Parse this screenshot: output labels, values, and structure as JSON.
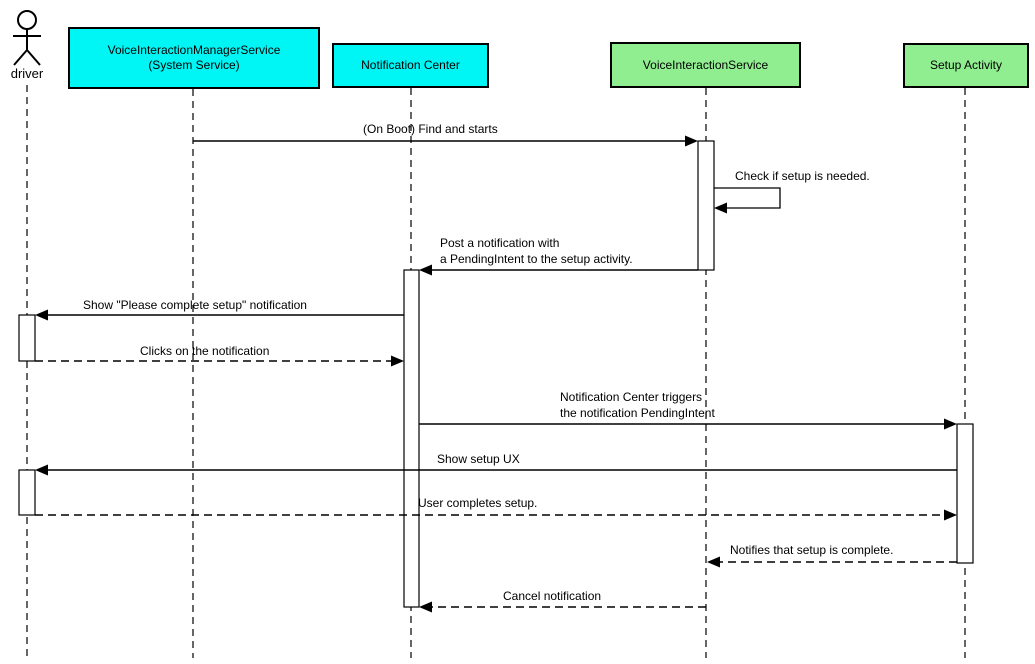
{
  "diagram": {
    "type": "uml-sequence",
    "actor": {
      "name": "driver"
    },
    "participants": [
      {
        "id": "vims",
        "label": "VoiceInteractionManagerService\n(System Service)",
        "fill": "#00F5F5"
      },
      {
        "id": "notification-center",
        "label": "Notification Center",
        "fill": "#00F5F5"
      },
      {
        "id": "voice-interaction-service",
        "label": "VoiceInteractionService",
        "fill": "#90EE90"
      },
      {
        "id": "setup-activity",
        "label": "Setup Activity",
        "fill": "#90EE90"
      }
    ],
    "messages": [
      {
        "from": "VoiceInteractionManagerService",
        "to": "VoiceInteractionService",
        "label": "(On Boot) Find and starts",
        "line": "solid"
      },
      {
        "from": "VoiceInteractionService",
        "to": "VoiceInteractionService",
        "label": "Check if setup is needed.",
        "line": "solid-self"
      },
      {
        "from": "VoiceInteractionService",
        "to": "Notification Center",
        "label": "Post a notification with\na PendingIntent to the setup activity.",
        "line": "solid"
      },
      {
        "from": "Notification Center",
        "to": "driver",
        "label": "Show \"Please complete setup\" notification",
        "line": "solid"
      },
      {
        "from": "driver",
        "to": "Notification Center",
        "label": "Clicks on the notification",
        "line": "dashed"
      },
      {
        "from": "Notification Center",
        "to": "Setup Activity",
        "label": "Notification Center triggers\nthe notification PendingIntent",
        "line": "solid"
      },
      {
        "from": "Setup Activity",
        "to": "driver",
        "label": "Show setup UX",
        "line": "solid"
      },
      {
        "from": "driver",
        "to": "Setup Activity",
        "label": "User completes setup.",
        "line": "dashed"
      },
      {
        "from": "Setup Activity",
        "to": "VoiceInteractionService",
        "label": "Notifies that setup is complete.",
        "line": "dashed"
      },
      {
        "from": "VoiceInteractionService",
        "to": "Notification Center",
        "label": "Cancel notification",
        "line": "dashed"
      }
    ],
    "colors": {
      "primary_box": "#00F5F5",
      "secondary_box": "#90EE90",
      "stroke": "#000000",
      "background": "#FFFFFF"
    }
  }
}
